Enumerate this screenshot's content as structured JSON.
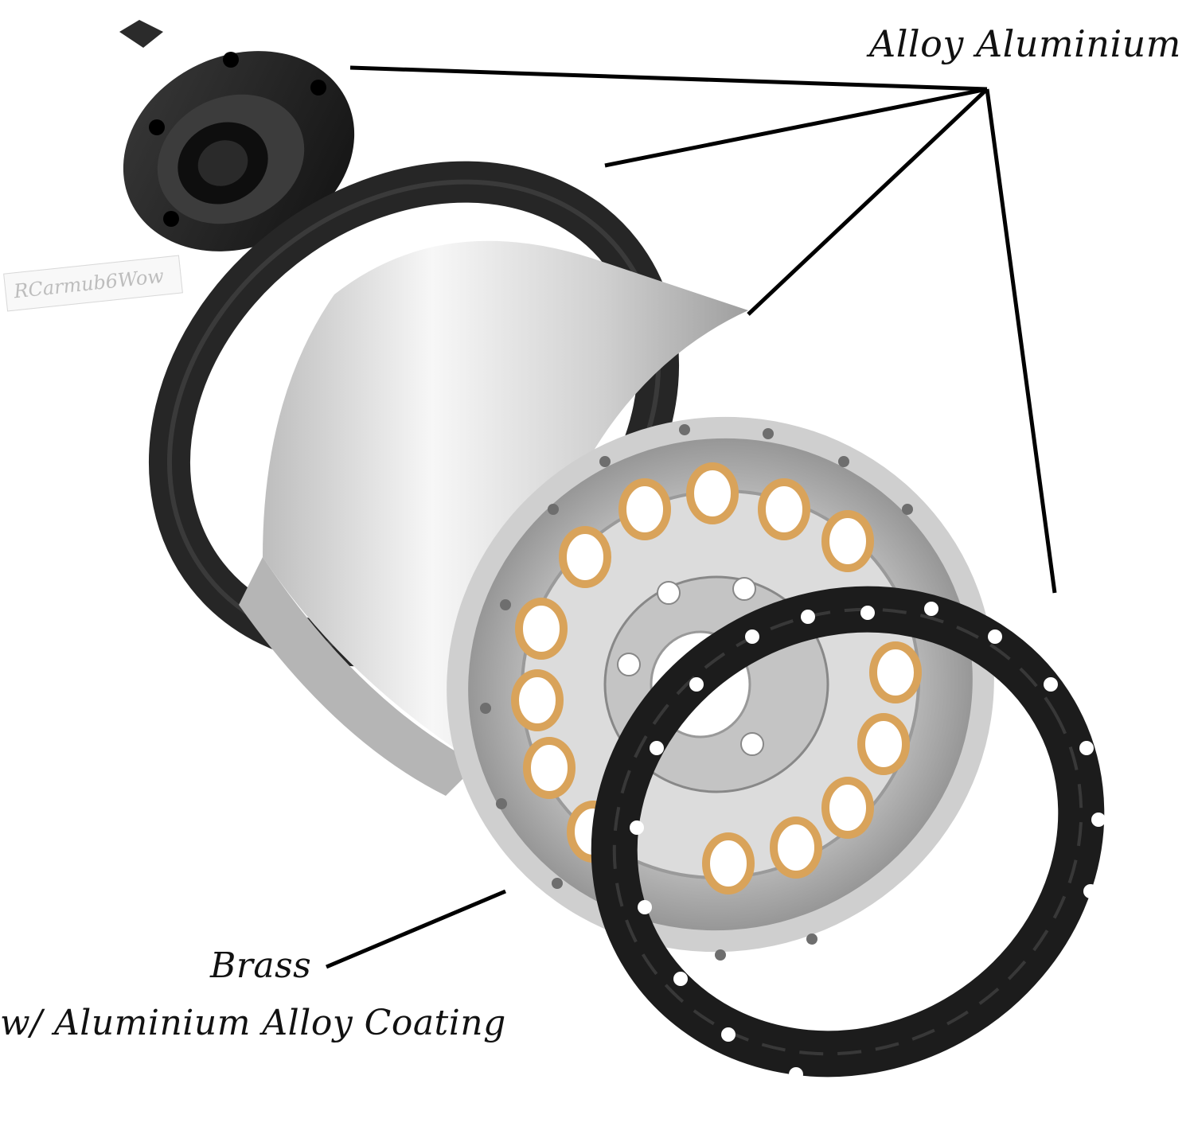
{
  "labels": {
    "top_material": "Alloy Aluminium",
    "bottom_material_line1": "Brass",
    "bottom_material_line2": "w/ Aluminium Alloy Coating"
  },
  "watermark": "RCarmub6Wow",
  "colors": {
    "background": "#ffffff",
    "black_anodized": "#1f1f1f",
    "silver_aluminium": "#d9d9d9",
    "brass": "#d9a35a",
    "leader_line": "#000000"
  }
}
